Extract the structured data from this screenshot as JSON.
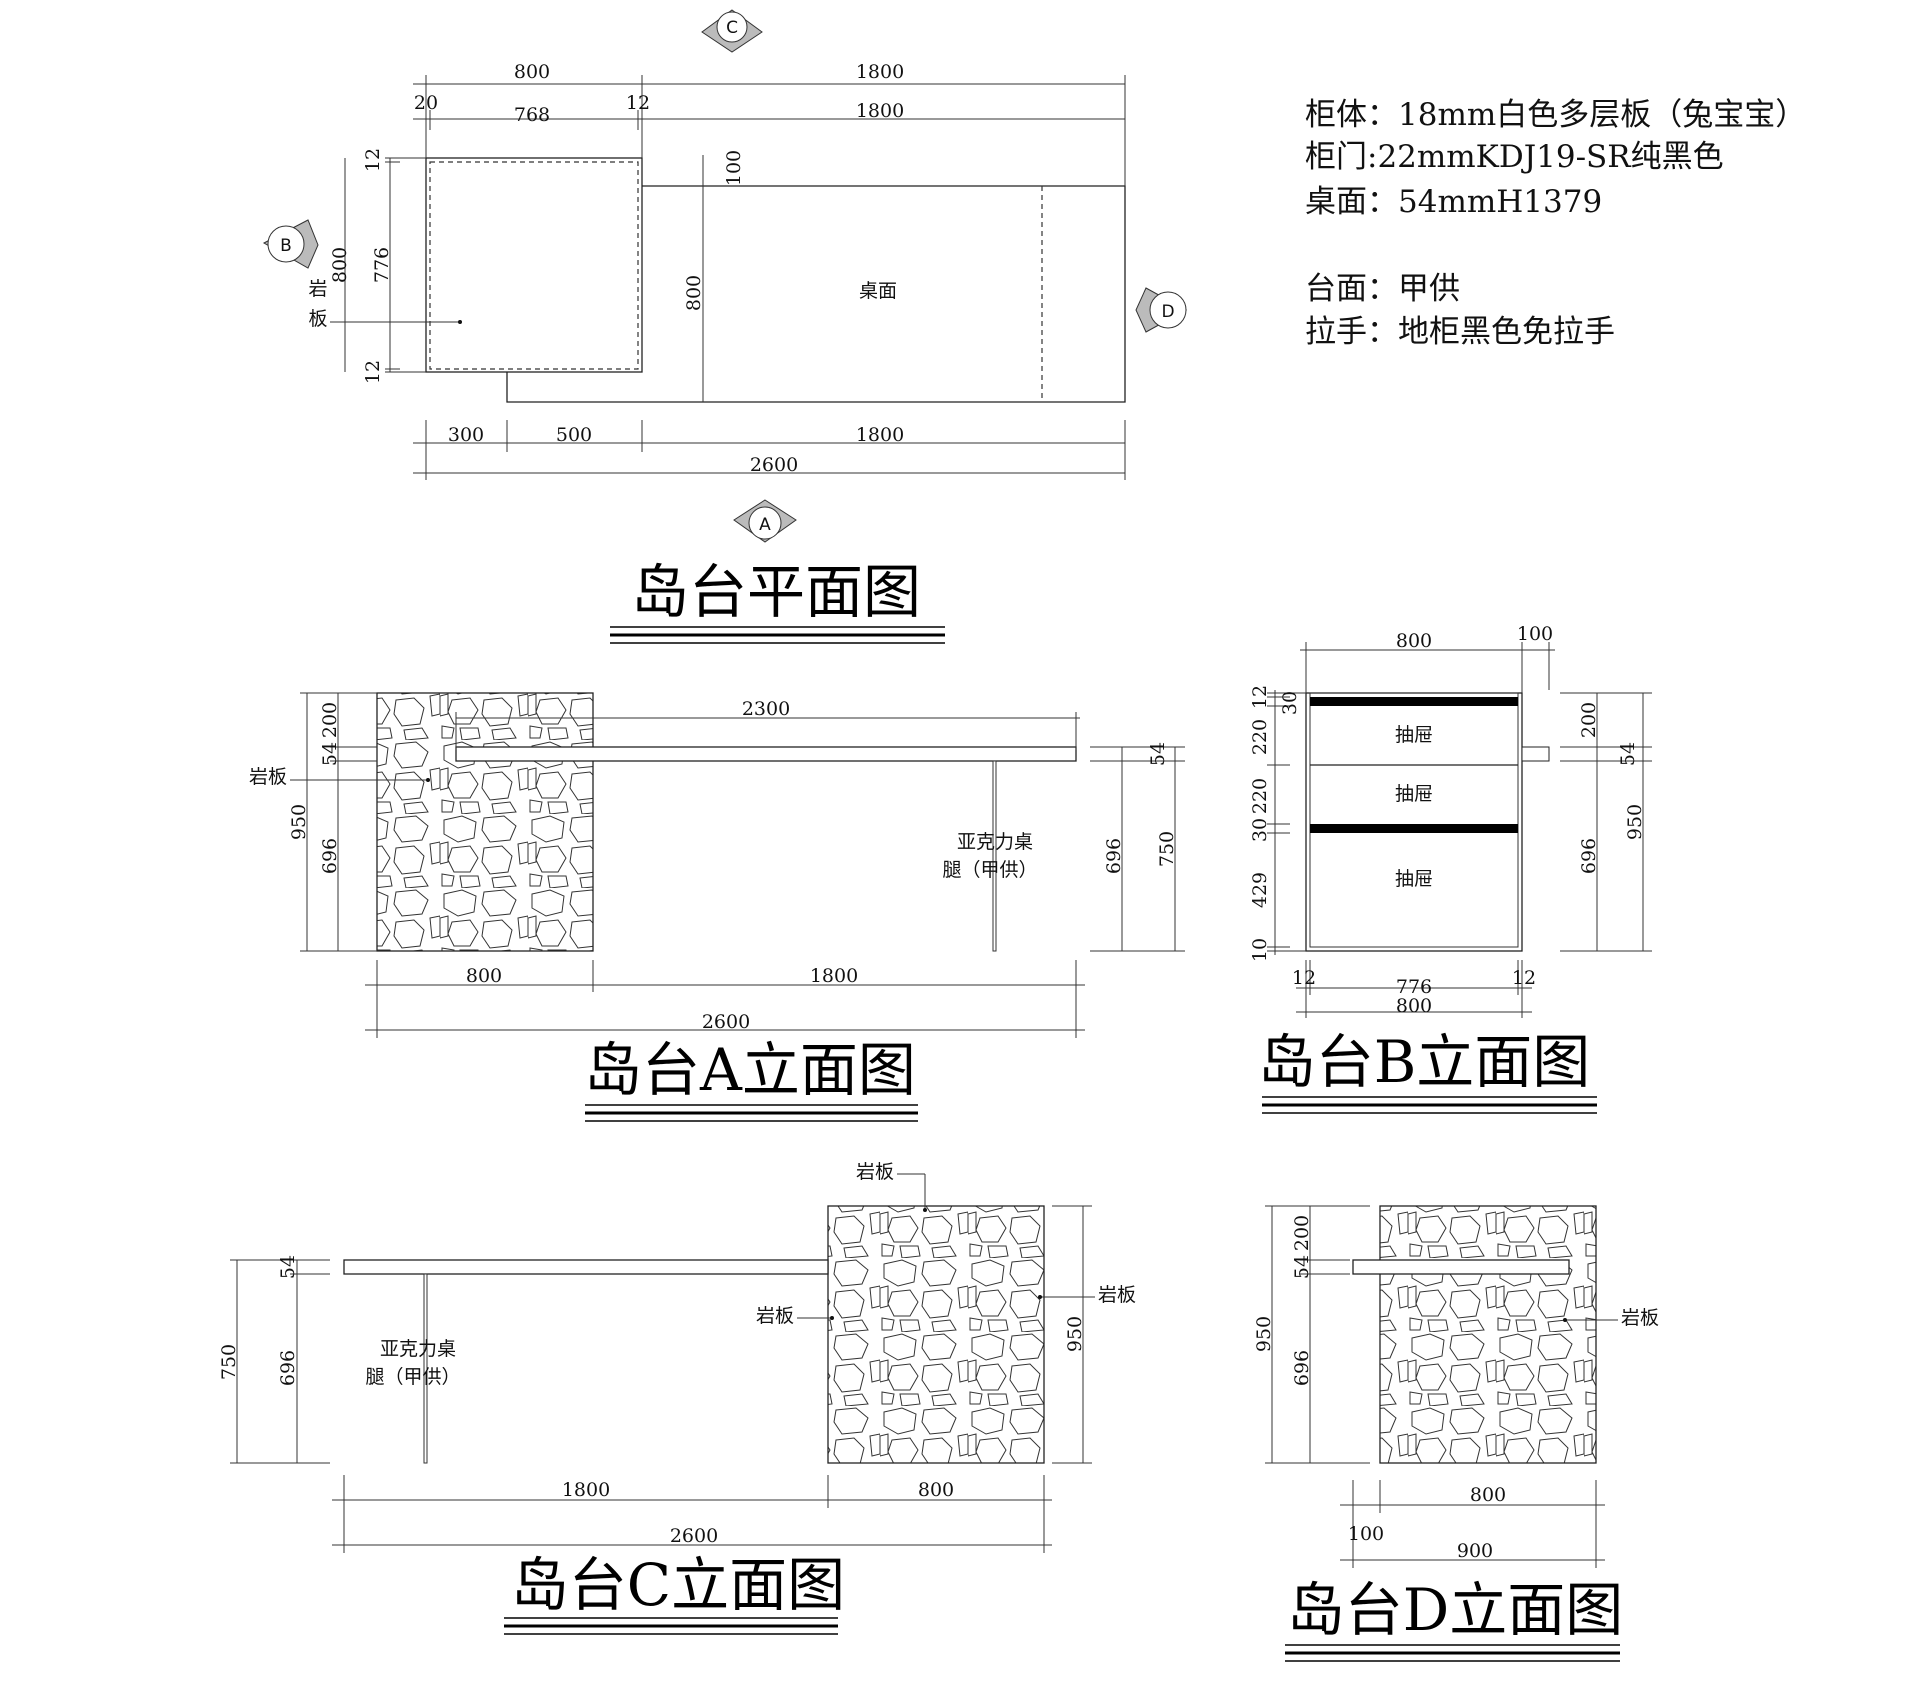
{
  "specs": {
    "line1": "柜体：18mm白色多层板（兔宝宝）",
    "line2": "柜门:22mmKDJ19-SR纯黑色",
    "line3": "桌面：54mmH1379",
    "line4": "台面：甲供",
    "line5": "拉手：地柜黑色免拉手"
  },
  "titles": {
    "plan": "岛台平面图",
    "elev_a": "岛台A立面图",
    "elev_b": "岛台B立面图",
    "elev_c": "岛台C立面图",
    "elev_d": "岛台D立面图"
  },
  "markers": {
    "a": "A",
    "b": "B",
    "c": "C",
    "d": "D"
  },
  "labels": {
    "desktop": "桌面",
    "slate": "岩板",
    "slate_v1": "岩",
    "slate_v2": "板",
    "acrylic_leg_1": "亚克力桌",
    "acrylic_leg_2": "腿（甲供）",
    "drawer": "抽屉"
  },
  "plan_dims": {
    "top_800": "800",
    "top_1800": "1800",
    "top_20": "20",
    "top_768": "768",
    "top_12": "12",
    "top_1800b": "1800",
    "left_12a": "12",
    "left_800": "800",
    "left_776": "776",
    "left_12b": "12",
    "mid_100": "100",
    "mid_800": "800",
    "bot_300": "300",
    "bot_500": "500",
    "bot_1800": "1800",
    "bot_2600": "2600"
  },
  "a_dims": {
    "v_200": "200",
    "v_54": "54",
    "v_950": "950",
    "v_696": "696",
    "r_54": "54",
    "r_696": "696",
    "r_750": "750",
    "top_2300": "2300",
    "b_800": "800",
    "b_1800": "1800",
    "b_2600": "2600"
  },
  "b_dims": {
    "t_800": "800",
    "t_100": "100",
    "l_12": "12",
    "l_30a": "30",
    "l_220a": "220",
    "l_220b": "220",
    "l_30b": "30",
    "l_429": "429",
    "l_10": "10",
    "r_200": "200",
    "r_54": "54",
    "r_696": "696",
    "r_950": "950",
    "b_12a": "12",
    "b_776": "776",
    "b_12b": "12",
    "b_800": "800"
  },
  "c_dims": {
    "l_54": "54",
    "l_750": "750",
    "l_696": "696",
    "r_950": "950",
    "b_1800": "1800",
    "b_800": "800",
    "b_2600": "2600"
  },
  "d_dims": {
    "l_200": "200",
    "l_54": "54",
    "l_950": "950",
    "l_696": "696",
    "b_800": "800",
    "b_100": "100",
    "b_900": "900"
  }
}
